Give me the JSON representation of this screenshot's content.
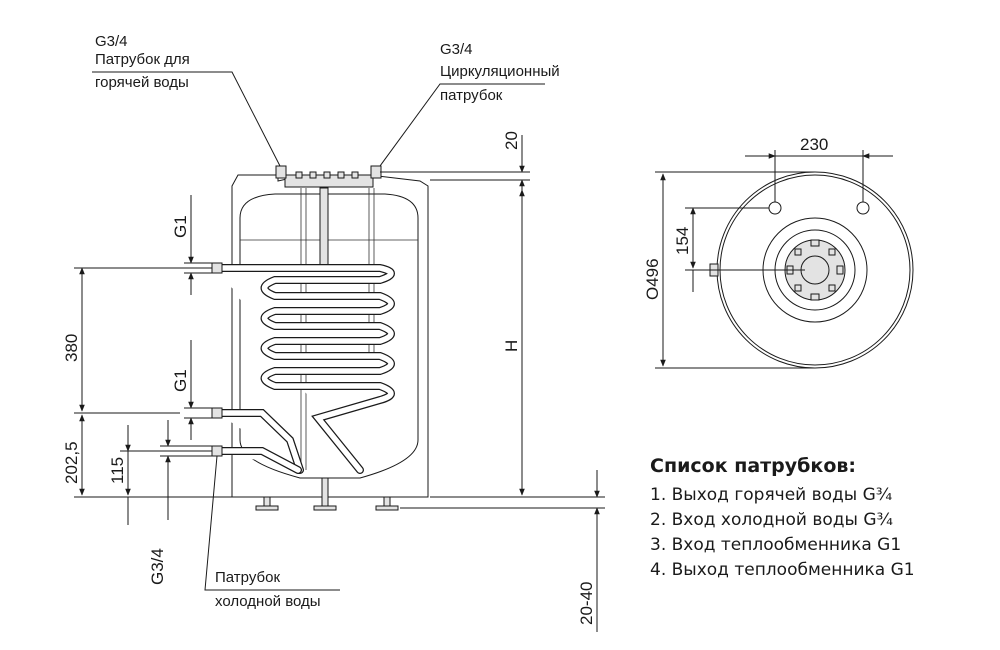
{
  "labels": {
    "hot_conn_size": "G3/4",
    "hot_conn_line1": "Патрубок для",
    "hot_conn_line2": "горячей воды",
    "circ_size": "G3/4",
    "circ_line1": "Циркуляционный",
    "circ_line2": "патрубок",
    "cold_line1": "Патрубок",
    "cold_line2": "холодной воды"
  },
  "dimensions": {
    "top_gap": "20",
    "coil_in": "G1",
    "coil_out": "G1",
    "d380": "380",
    "d202": "202,5",
    "d115": "115",
    "cold_size": "G3/4",
    "height": "H",
    "feet": "20-40",
    "span230": "230",
    "span154": "154",
    "diameter": "O496"
  },
  "legend": {
    "title": "Список патрубков:",
    "items": [
      "1. Выход горячей воды G¾",
      "2. Вход холодной воды G¾",
      "3. Вход теплообменника G1",
      "4. Выход теплообменника G1"
    ]
  }
}
